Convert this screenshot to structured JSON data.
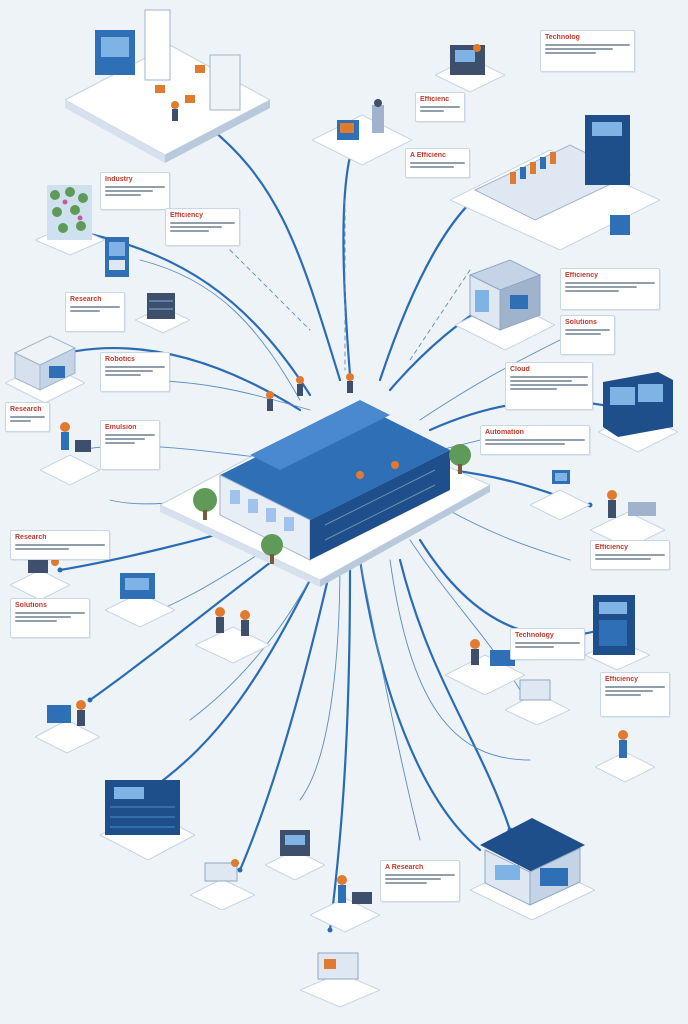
{
  "palette": {
    "background": "#eef3f8",
    "accent_blue": "#2f6fb5",
    "dark_blue": "#1f4f8a",
    "connector": "#2a6cb3",
    "note_tag_red": "#c0392b",
    "platform": "#ffffff"
  },
  "hub": {
    "icon": "factory-building-icon"
  },
  "nodes": [
    {
      "id": "n1",
      "icon": "server-lab-icon"
    },
    {
      "id": "n2",
      "icon": "robot-arm-station-icon"
    },
    {
      "id": "n3",
      "icon": "assembly-line-icon"
    },
    {
      "id": "n4",
      "icon": "vertical-farm-icon"
    },
    {
      "id": "n5",
      "icon": "terminal-kiosk-icon"
    },
    {
      "id": "n6",
      "icon": "server-rack-icon"
    },
    {
      "id": "n7",
      "icon": "warehouse-block-icon"
    },
    {
      "id": "n8",
      "icon": "hvac-unit-icon"
    },
    {
      "id": "n9",
      "icon": "control-room-icon"
    },
    {
      "id": "n10",
      "icon": "workstation-icon"
    },
    {
      "id": "n11",
      "icon": "storefront-icon"
    },
    {
      "id": "n12",
      "icon": "container-unit-icon"
    }
  ],
  "notes": [
    {
      "tag": "Technolog"
    },
    {
      "tag": "Efficienc"
    },
    {
      "tag": "A Efficienc"
    },
    {
      "tag": "Industry"
    },
    {
      "tag": "Efficiency"
    },
    {
      "tag": "Efficiency"
    },
    {
      "tag": "Research"
    },
    {
      "tag": "Solutions"
    },
    {
      "tag": "Robotics"
    },
    {
      "tag": "Cloud"
    },
    {
      "tag": "Research"
    },
    {
      "tag": "Automation"
    },
    {
      "tag": "Emulsion"
    },
    {
      "tag": "Research"
    },
    {
      "tag": "Efficiency"
    },
    {
      "tag": "Solutions"
    },
    {
      "tag": "Technology"
    },
    {
      "tag": "Efficiency"
    },
    {
      "tag": "A Research"
    }
  ]
}
